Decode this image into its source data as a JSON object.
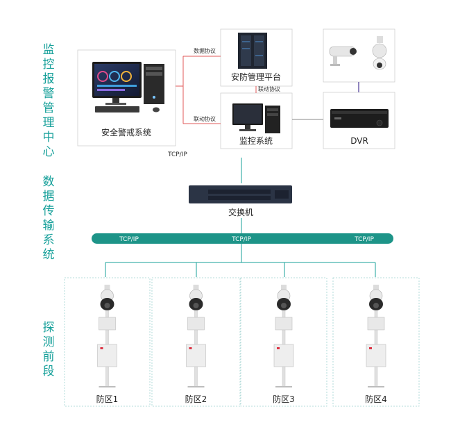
{
  "sections": {
    "center": "监控报警管理中心",
    "transport": "数据传输系统",
    "front": "探测前段"
  },
  "nodes": {
    "security_alarm": "安全警戒系统",
    "platform": "安防管理平台",
    "monitor": "监控系统",
    "dvr": "DVR",
    "switch": "交换机"
  },
  "links": {
    "data_protocol": "数据协议",
    "linkage_protocol_left": "联动协议",
    "linkage_protocol_mid": "联动协议",
    "tcp_top": "TCP/IP",
    "tcp_bus_left": "TCP/IP",
    "tcp_bus_mid": "TCP/IP",
    "tcp_bus_right": "TCP/IP"
  },
  "zones": [
    {
      "label": "防区1"
    },
    {
      "label": "防区2"
    },
    {
      "label": "防区3"
    },
    {
      "label": "防区4"
    }
  ],
  "colors": {
    "accent": "#17a09a",
    "bus": "#1d9488",
    "red_link": "#e05a5a",
    "dashed_border": "#9fd3cf",
    "box_border": "#cfcfcf"
  }
}
